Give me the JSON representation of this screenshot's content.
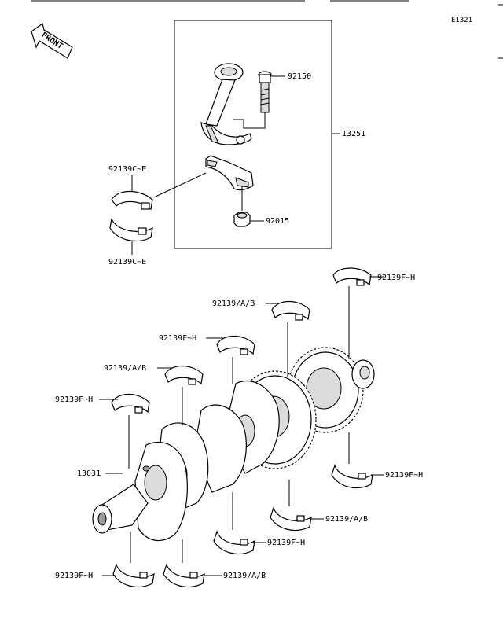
{
  "diagram": {
    "code": "E1321",
    "front_label": "FRONT",
    "parts": {
      "conrod_assy": "13251",
      "bolt": "92150",
      "nut": "92015",
      "crankshaft": "13031",
      "conrod_bearing_upper": "92139C~E",
      "conrod_bearing_lower": "92139C~E",
      "main_bearing_fh_1": "92139F~H",
      "main_bearing_ab_1": "92139/A/B",
      "main_bearing_fh_2": "92139F~H",
      "main_bearing_ab_2": "92139/A/B",
      "main_bearing_fh_3": "92139F~H",
      "main_bearing_fh_4": "92139F~H",
      "main_bearing_ab_3": "92139/A/B",
      "main_bearing_fh_5": "92139F~H",
      "main_bearing_fh_6": "92139F~H",
      "main_bearing_ab_4": "92139/A/B"
    }
  }
}
